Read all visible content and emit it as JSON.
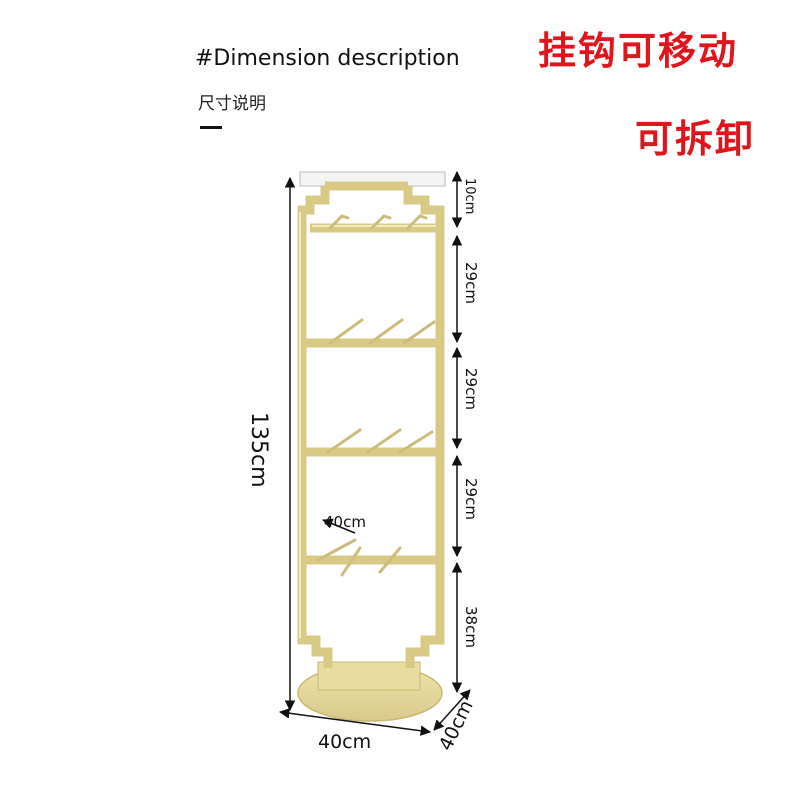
{
  "header": {
    "title": "#Dimension description",
    "subtitle": "尺寸说明"
  },
  "features": [
    "挂钩可移动",
    "可拆卸"
  ],
  "dimensions": {
    "total_height": "135cm",
    "top_section": "10cm",
    "shelf_gap_1": "29cm",
    "shelf_gap_2": "29cm",
    "shelf_gap_3": "29cm",
    "bottom_section": "38cm",
    "hook_depth": "40cm",
    "base_width": "40cm",
    "base_depth": "40cm"
  },
  "colors": {
    "frame": "#e9dca0",
    "frame_edge": "#c9b870",
    "hook": "#ddd09a",
    "accent_red": "#e0141b",
    "line": "#111111"
  }
}
